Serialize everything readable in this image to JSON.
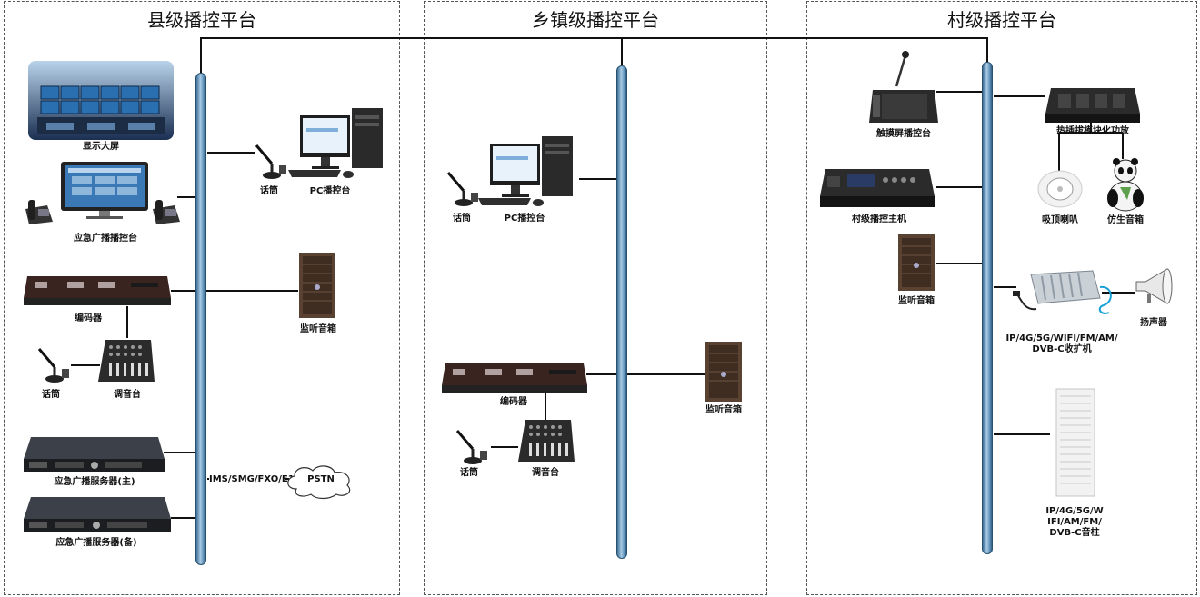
{
  "panels": {
    "county": {
      "title": "县级播控平台",
      "labels": {
        "display_wall": "显示大屏",
        "emergency_console": "应急广播播控台",
        "mic1": "话筒",
        "pc_console": "PC播控台",
        "encoder": "编码器",
        "monitor_speaker": "监听音箱",
        "mic2": "话筒",
        "mixer": "调音台",
        "server_main": "应急广播服务器(主)",
        "server_backup": "应急广播服务器(备)",
        "gateway": "IMS/SMG/FXO/E1",
        "pstn": "PSTN"
      }
    },
    "town": {
      "title": "乡镇级播控平台",
      "labels": {
        "mic1": "话筒",
        "pc_console": "PC播控台",
        "encoder": "编码器",
        "monitor_speaker": "监听音箱",
        "mic2": "话筒",
        "mixer": "调音台"
      }
    },
    "village": {
      "title": "村级播控平台",
      "labels": {
        "touch_console": "触摸屏播控台",
        "amplifier": "热插拔模块化功放",
        "host": "村级播控主机",
        "ceiling_speaker": "吸顶喇叭",
        "bionic_speaker": "仿生音箱",
        "monitor_speaker": "监听音箱",
        "receiver_line1": "IP/4G/5G/WIFI/FM/AM/",
        "receiver_line2": "DVB-C收扩机",
        "horn": "扬声器",
        "column_line1": "IP/4G/5G/W",
        "column_line2": "IFI/AM/FM/",
        "column_line3": "DVB-C音柱"
      }
    }
  }
}
